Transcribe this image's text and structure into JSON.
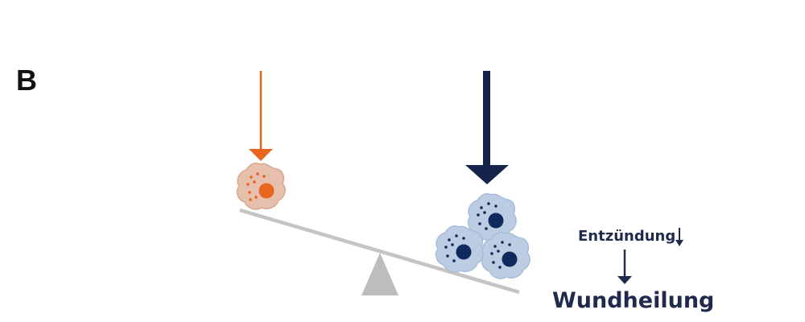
{
  "panel_label": "B",
  "labels": {
    "inflammation": "Entzündung",
    "wound_healing": "Wundheilung"
  },
  "colors": {
    "orange_accent": "#e8651f",
    "orange_cell_body": "#e7bfad",
    "navy_accent": "#16234a",
    "blue_cell_body": "#bccde3",
    "beam_gray": "#c4c4c4",
    "fulcrum_gray": "#bdbdbd",
    "text_navy": "#1f2a4d"
  },
  "icons": {
    "left_cell": "orange-macrophage-icon",
    "right_cells": "blue-macrophage-icon",
    "down_arrow": "down-arrow-icon"
  }
}
